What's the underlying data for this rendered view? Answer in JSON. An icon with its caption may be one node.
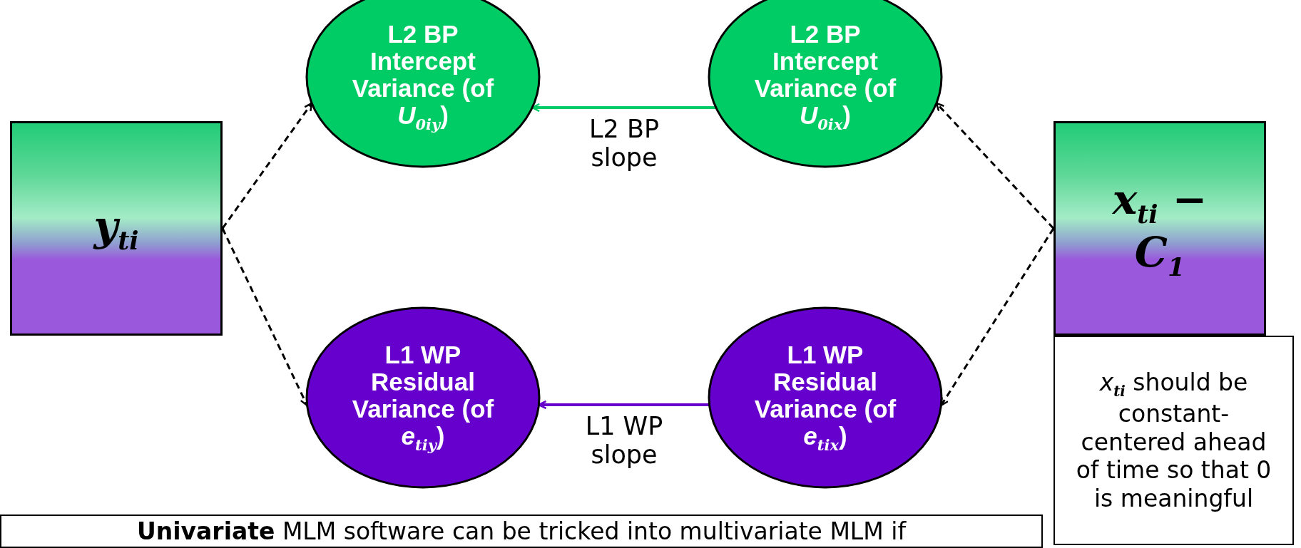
{
  "diagram": {
    "nodes": [
      {
        "text": [
          "L2 BP Intercept Variance (of *U*$_{0iy}$)"
        ]
      },
      {
        "text": [
          "L2 BP Intercept Variance (of *U*$_{0ix}$)"
        ]
      },
      {
        "text": [
          "*y*$_{ti}$"
        ]
      },
      {
        "text": [
          "*x*$_{ti}$ − *C*$_{1}$"
        ]
      },
      {
        "text": [
          "L1 WP Residual Variance (of *e*$_{tiy}$)"
        ]
      },
      {
        "text": [
          "L1 WP Residual Variance (of *e*$_{tix}$)"
        ]
      },
      {
        "text": [
          "*x*$_{ti}$ should be constant-centered ahead of time so that 0 is meaningful"
        ]
      },
      {
        "text": [
          "**Univariate** MLM software can be tricked into multivariate MLM if"
        ]
      }
    ],
    "edges": [
      {
        "from": 2,
        "to": 0,
        "arrow": "to",
        "style": "dashed"
      },
      {
        "from": 2,
        "to": 4,
        "arrow": "to",
        "style": "dashed"
      },
      {
        "from": 3,
        "to": 1,
        "arrow": "to",
        "style": "dashed"
      },
      {
        "from": 3,
        "to": 5,
        "arrow": "to",
        "style": "dashed"
      },
      {
        "from": 1,
        "to": 0,
        "arrow": "to",
        "label": "L2 BP slope",
        "color": "#00cc66"
      },
      {
        "from": 5,
        "to": 4,
        "arrow": "to",
        "label": "L1 WP slope",
        "color": "#6600cc"
      }
    ]
  }
}
